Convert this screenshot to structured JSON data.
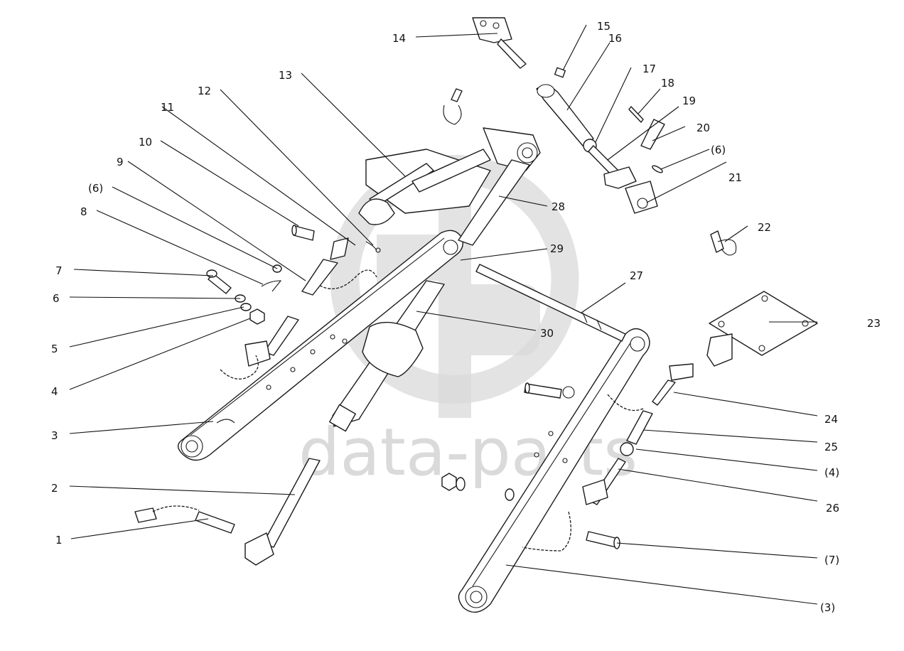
{
  "watermark": {
    "text": "data-parts",
    "color": "#d4d4d4"
  },
  "callouts": [
    {
      "id": "c1",
      "label": "1"
    },
    {
      "id": "c2",
      "label": "2"
    },
    {
      "id": "c3",
      "label": "3"
    },
    {
      "id": "c4",
      "label": "4"
    },
    {
      "id": "c5",
      "label": "5"
    },
    {
      "id": "c6",
      "label": "6"
    },
    {
      "id": "c7",
      "label": "7"
    },
    {
      "id": "c8",
      "label": "8"
    },
    {
      "id": "c6b",
      "label": "(6)"
    },
    {
      "id": "c9",
      "label": "9"
    },
    {
      "id": "c10",
      "label": "10"
    },
    {
      "id": "c11",
      "label": "11"
    },
    {
      "id": "c12",
      "label": "12"
    },
    {
      "id": "c13",
      "label": "13"
    },
    {
      "id": "c14",
      "label": "14"
    },
    {
      "id": "c15",
      "label": "15"
    },
    {
      "id": "c16",
      "label": "16"
    },
    {
      "id": "c17",
      "label": "17"
    },
    {
      "id": "c18",
      "label": "18"
    },
    {
      "id": "c19",
      "label": "19"
    },
    {
      "id": "c20",
      "label": "20"
    },
    {
      "id": "c6c",
      "label": "(6)"
    },
    {
      "id": "c21",
      "label": "21"
    },
    {
      "id": "c22",
      "label": "22"
    },
    {
      "id": "c23",
      "label": "23"
    },
    {
      "id": "c24",
      "label": "24"
    },
    {
      "id": "c25",
      "label": "25"
    },
    {
      "id": "c4b",
      "label": "(4)"
    },
    {
      "id": "c26",
      "label": "26"
    },
    {
      "id": "c7b",
      "label": "(7)"
    },
    {
      "id": "c3b",
      "label": "(3)"
    },
    {
      "id": "c27",
      "label": "27"
    },
    {
      "id": "c28",
      "label": "28"
    },
    {
      "id": "c29",
      "label": "29"
    },
    {
      "id": "c30",
      "label": "30"
    }
  ],
  "colors": {
    "line": "#1a1a1a",
    "background": "#ffffff",
    "watermark": "#d9d9d9"
  }
}
